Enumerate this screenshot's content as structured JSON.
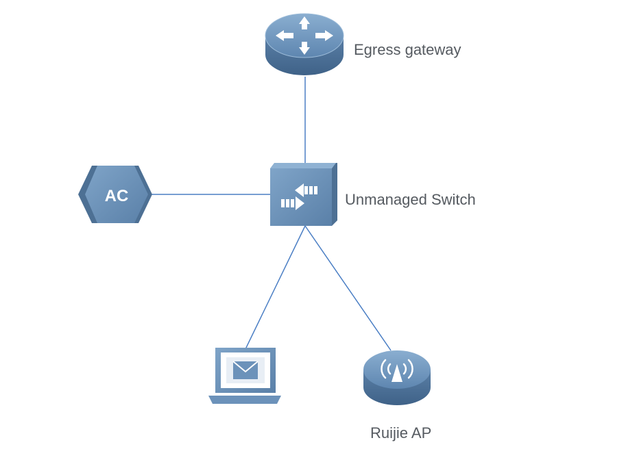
{
  "diagram": {
    "nodes": {
      "gateway": {
        "label": "Egress gateway",
        "icon": "router-icon"
      },
      "switch": {
        "label": "Unmanaged Switch",
        "icon": "switch-icon"
      },
      "ac": {
        "label": "AC",
        "icon": "access-controller-icon"
      },
      "laptop": {
        "icon": "laptop-icon"
      },
      "ap": {
        "label": "Ruijie AP",
        "icon": "wireless-access-point-icon"
      }
    },
    "links": [
      {
        "from": "gateway",
        "to": "switch"
      },
      {
        "from": "ac",
        "to": "switch"
      },
      {
        "from": "switch",
        "to": "laptop"
      },
      {
        "from": "switch",
        "to": "ap"
      }
    ],
    "colors": {
      "icon": "#6c92ba",
      "icon_dark": "#4d7094",
      "line": "#4a7ec4"
    }
  }
}
